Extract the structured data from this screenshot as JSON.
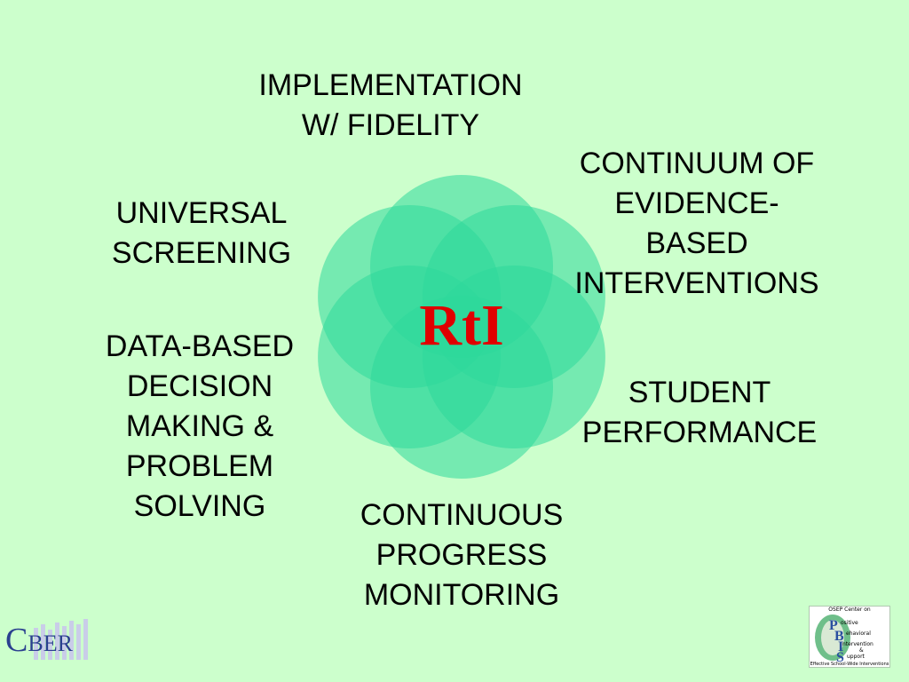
{
  "center": {
    "label": "RtI",
    "color": "#e00000"
  },
  "labels": {
    "implementation": [
      "IMPLEMENTATION",
      "W/ FIDELITY"
    ],
    "continuum": [
      "CONTINUUM OF",
      "EVIDENCE-",
      "BASED",
      "INTERVENTIONS"
    ],
    "universal": [
      "UNIVERSAL",
      "SCREENING"
    ],
    "data_based": [
      "DATA-BASED",
      "DECISION",
      "MAKING &",
      "PROBLEM",
      "SOLVING"
    ],
    "student": [
      "STUDENT",
      "PERFORMANCE"
    ],
    "progress": [
      "CONTINUOUS",
      "PROGRESS",
      "MONITORING"
    ]
  },
  "logos": {
    "cber": {
      "big": "C",
      "rest": "BER"
    },
    "pbis": {
      "top": "OSEP Center on",
      "lines": [
        "ositive",
        "ehavioral",
        "ntervention",
        "&",
        "upport"
      ],
      "bottom": "Effective School-Wide Interventions"
    }
  },
  "colors": {
    "background": "#ccffcc",
    "circle_fill": "#2dd89a",
    "text": "#000000",
    "cber_blue": "#2a3f8f"
  }
}
